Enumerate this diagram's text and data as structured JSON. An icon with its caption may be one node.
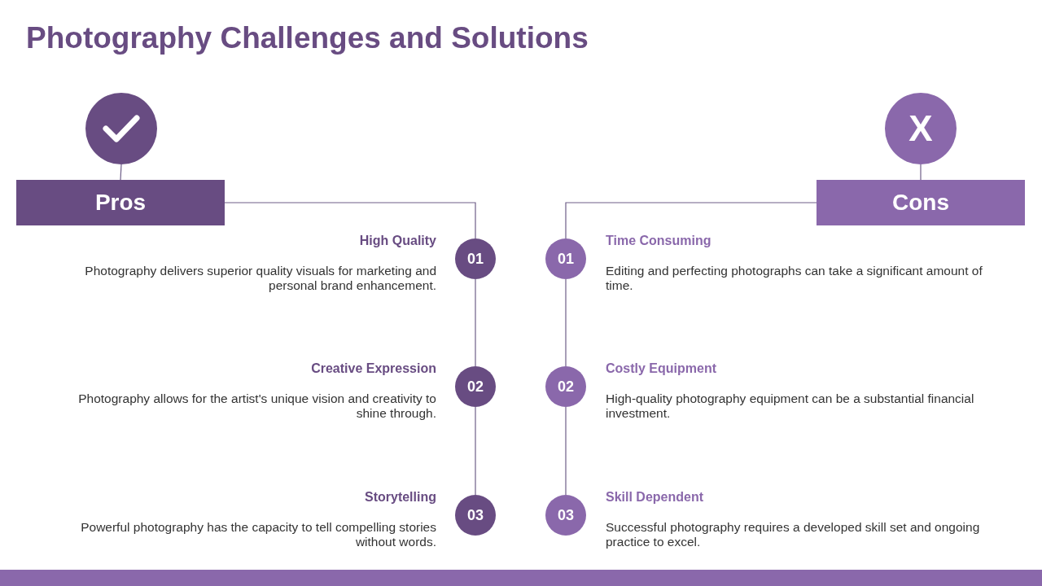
{
  "diagram": {
    "title": "Photography Challenges and Solutions",
    "nodes": [
      {
        "text": [],
        "shape": "circle"
      },
      {
        "text": [
          "Pros"
        ]
      },
      {
        "text": [
          "01"
        ],
        "beside": [
          "High Quality",
          "Photography delivers superior quality visuals for marketing and personal brand enhancement."
        ]
      },
      {
        "text": [
          "02"
        ],
        "beside": [
          "Creative Expression",
          "Photography allows for the artist's unique vision and creativity to shine through."
        ]
      },
      {
        "text": [
          "03"
        ],
        "beside": [
          "Storytelling",
          "Powerful photography has the capacity to tell compelling stories without words."
        ]
      },
      {
        "text": [
          "X"
        ]
      },
      {
        "text": [
          "Cons"
        ]
      },
      {
        "text": [
          "01"
        ],
        "beside": [
          "Time Consuming",
          "Editing and perfecting photographs can take a significant amount of time."
        ]
      },
      {
        "text": [
          "02"
        ],
        "beside": [
          "Costly Equipment",
          "High-quality photography equipment can be a substantial financial investment."
        ]
      },
      {
        "text": [
          "03"
        ],
        "beside": [
          "Skill Dependent",
          "Successful photography requires a developed skill set and ongoing practice to excel."
        ]
      }
    ],
    "edges": [
      {
        "from": 0,
        "to": 1,
        "arrow": "none"
      },
      {
        "from": 1,
        "to": 2,
        "arrow": "none"
      },
      {
        "from": 2,
        "to": 3,
        "arrow": "none"
      },
      {
        "from": 3,
        "to": 4,
        "arrow": "none"
      },
      {
        "from": 5,
        "to": 6,
        "arrow": "none"
      },
      {
        "from": 6,
        "to": 7,
        "arrow": "none"
      },
      {
        "from": 7,
        "to": 8,
        "arrow": "none"
      },
      {
        "from": 8,
        "to": 9,
        "arrow": "none"
      }
    ]
  }
}
